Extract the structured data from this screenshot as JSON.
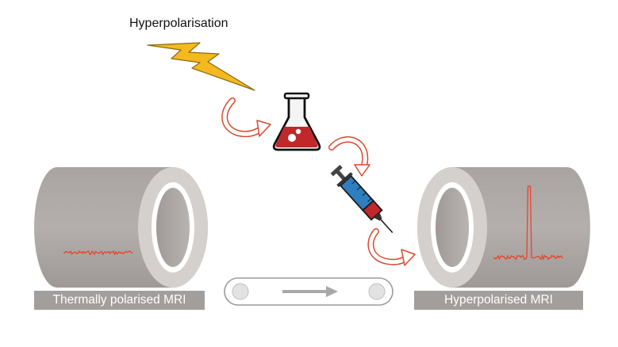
{
  "title": "Hyperpolarisation",
  "captions": {
    "left": "Thermally polarised MRI",
    "right": "Hyperpolarised MRI"
  },
  "colors": {
    "scanner_body": "#aca7a5",
    "scanner_ring": "#d7d3d1",
    "caption_bg": "#a29e9c",
    "signal": "#e8432a",
    "arrow_outline": "#d9492e",
    "lightning_fill": "#f3b91f",
    "lightning_stroke": "#8a6a12",
    "liquid": "#c0282a",
    "syringe_blue": "#2f7fc0",
    "belt_arrow": "#a8a8a8"
  },
  "icons": [
    "lightning-icon",
    "flask-icon",
    "syringe-icon",
    "curved-arrow-icon",
    "mri-scanner-icon",
    "conveyor-belt-icon"
  ]
}
